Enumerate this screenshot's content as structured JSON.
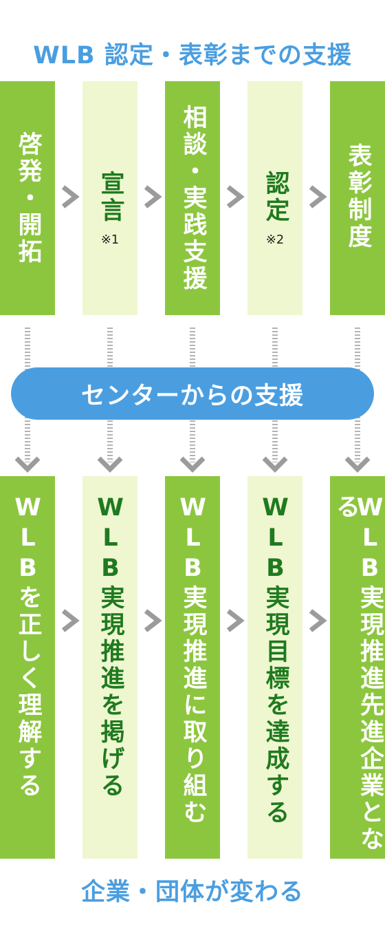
{
  "title": "WLB 認定・表彰までの支援",
  "center_support": "センターからの支援",
  "footer": "企業・団体が変わる",
  "steps": [
    {
      "label": "啓発・開拓",
      "note": ""
    },
    {
      "label": "宣言",
      "note": "※1"
    },
    {
      "label": "相談・実践支援",
      "note": ""
    },
    {
      "label": "認定",
      "note": "※2"
    },
    {
      "label": "表彰制度",
      "note": ""
    }
  ],
  "outcomes": [
    {
      "label": "WLBを正しく理解する"
    },
    {
      "label": "WLB実現推進を掲げる"
    },
    {
      "label": "WLB実現推進に取り組む"
    },
    {
      "label": "WLB実現目標を達成する"
    },
    {
      "label": "WLB実現推進先進企業となる"
    }
  ],
  "colors": {
    "accent_blue": "#4a9ee0",
    "green": "#8cc63f",
    "light_green": "#eff7d0",
    "dark_green_text": "#1f7a1f",
    "arrow_gray": "#9b9b9b"
  }
}
